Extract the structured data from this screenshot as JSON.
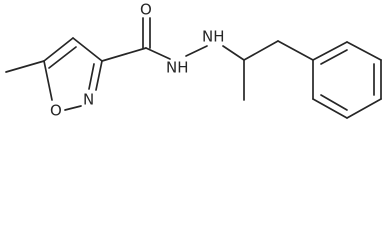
{
  "structure": {
    "atoms": {
      "carbonyl_oxygen": "O",
      "hydrazide_nh_1": "NH",
      "hydrazide_nh_2": "NH",
      "ring_nitrogen": "N",
      "ring_oxygen": "O"
    }
  }
}
